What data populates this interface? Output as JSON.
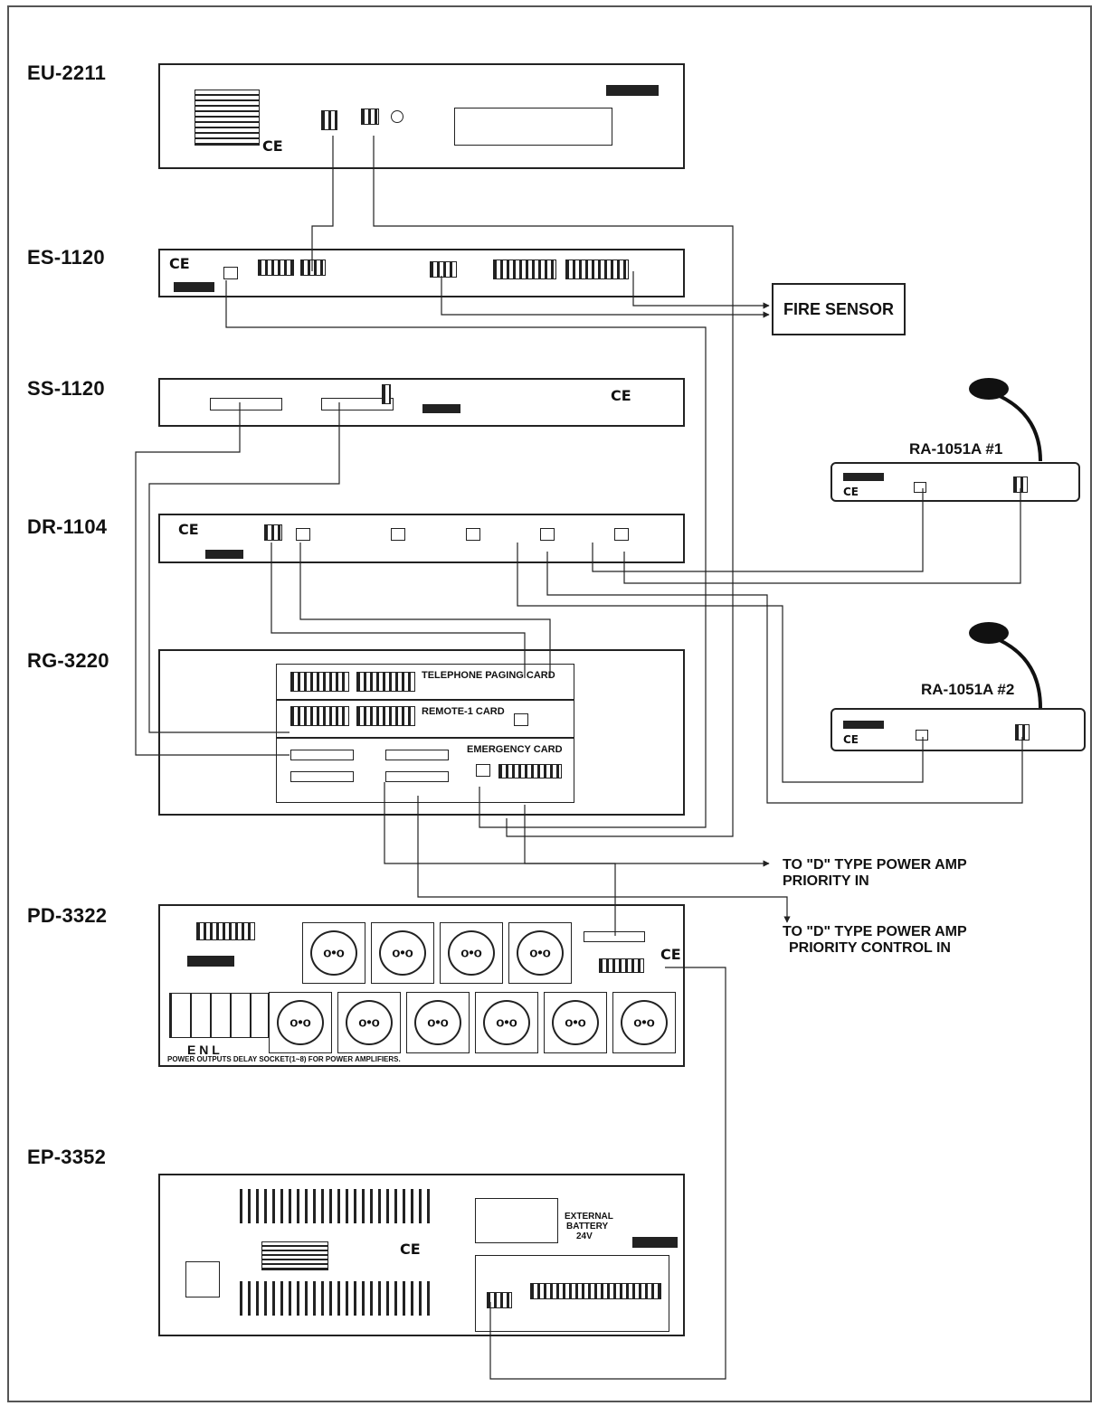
{
  "models": {
    "eu": "EU-2211",
    "es": "ES-1120",
    "ss": "SS-1120",
    "dr": "DR-1104",
    "rg": "RG-3220",
    "pd": "PD-3322",
    "ep": "EP-3352"
  },
  "remotes": {
    "ra1": "RA-1051A #1",
    "ra2": "RA-1051A #2"
  },
  "fire_sensor": "FIRE SENSOR",
  "rg_cards": {
    "telephone": "TELEPHONE PAGING CARD",
    "remote": "REMOTE-1 CARD",
    "emergency": "EMERGENCY CARD"
  },
  "notes": {
    "priority_in_1": "TO \"D\" TYPE POWER AMP",
    "priority_in_2": "PRIORITY IN",
    "priority_ctrl_1": "TO \"D\" TYPE POWER AMP",
    "priority_ctrl_2": "PRIORITY CONTROL IN"
  },
  "ep_battery": {
    "line1": "EXTERNAL",
    "line2": "BATTERY",
    "line3": "24V"
  },
  "pd_footer": "POWER OUTPUTS DELAY SOCKET(1~8) FOR POWER AMPLIFIERS.",
  "pd_enl": "E   N   L",
  "ce_mark": "CE",
  "colors": {
    "line": "#222222",
    "frame": "#555555",
    "background": "#ffffff"
  },
  "icons": [
    "microphone-icon",
    "power-outlet-icon",
    "terminal-block-icon",
    "rj45-port-icon",
    "ce-mark-icon"
  ]
}
